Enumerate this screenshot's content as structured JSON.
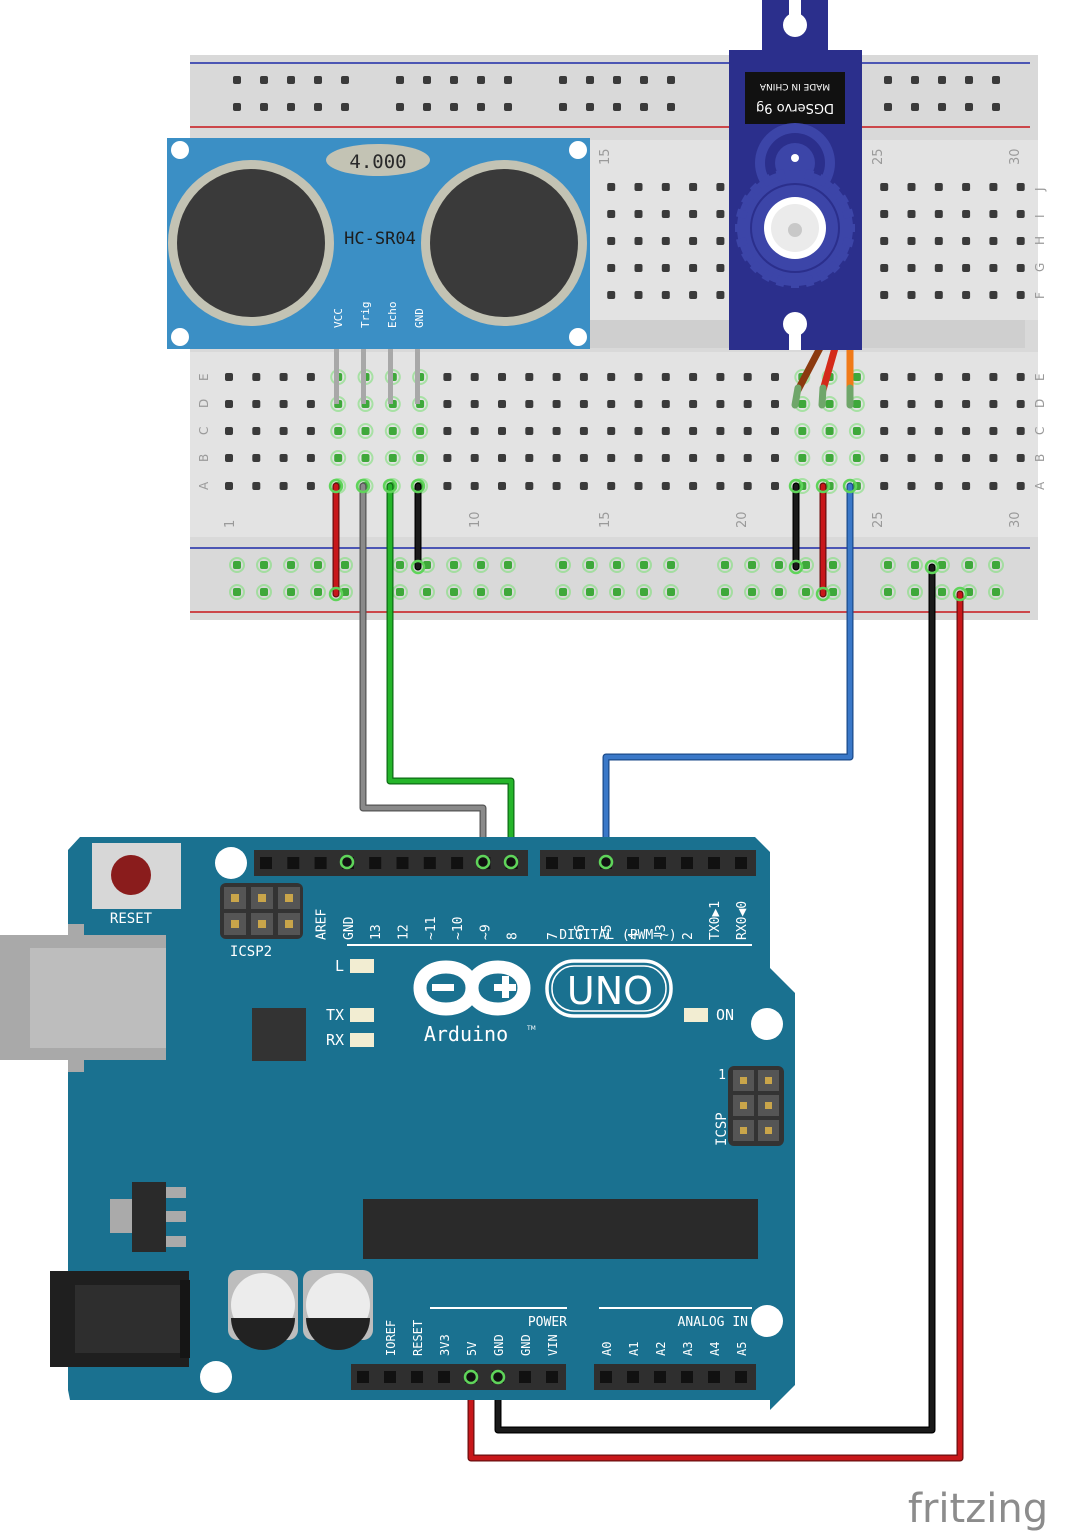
{
  "sensor": {
    "model": "HC-SR04",
    "crystal": "4.000",
    "pins": [
      "VCC",
      "Trig",
      "Echo",
      "GND"
    ]
  },
  "servo": {
    "label": "DGServo 9g",
    "made_in": "MADE IN CHINA"
  },
  "breadboard": {
    "rows_top": [
      "J",
      "I",
      "H",
      "G",
      "F"
    ],
    "rows_bottom": [
      "E",
      "D",
      "C",
      "B",
      "A"
    ],
    "col_numbers_top": [
      "15",
      "25",
      "30"
    ],
    "col_numbers_bottom": [
      "1",
      "10",
      "15",
      "20",
      "25",
      "30"
    ]
  },
  "arduino": {
    "reset": "RESET",
    "icsp2": "ICSP2",
    "icsp": "ICSP",
    "icsp_pin1": "1",
    "digital_header_labels": [
      "AREF",
      "GND",
      "13",
      "12",
      "~11",
      "~10",
      "~9",
      "8",
      "7",
      "~6",
      "~5",
      "4",
      "~3",
      "2",
      "TX0▶1",
      "RX0◀0"
    ],
    "digital_caption": "DIGITAL (PWM=~)",
    "led_l": "L",
    "led_tx": "TX",
    "led_rx": "RX",
    "led_on": "ON",
    "brand": "Arduino",
    "tm": "TM",
    "model": "UNO",
    "power_caption": "POWER",
    "power_labels": [
      "IOREF",
      "RESET",
      "3V3",
      "5V",
      "GND",
      "GND",
      "VIN"
    ],
    "analog_caption": "ANALOG IN",
    "analog_labels": [
      "A0",
      "A1",
      "A2",
      "A3",
      "A4",
      "A5"
    ]
  },
  "watermark": "fritzing",
  "colors": {
    "board": "#1a7190",
    "sensor": "#3b8fc5",
    "servo": "#2b2f8c",
    "wire_red": "#c8171a",
    "wire_black": "#1a1a1a",
    "wire_gray": "#8a8a8a",
    "wire_green": "#25b52a",
    "wire_blue": "#3a78c8"
  }
}
